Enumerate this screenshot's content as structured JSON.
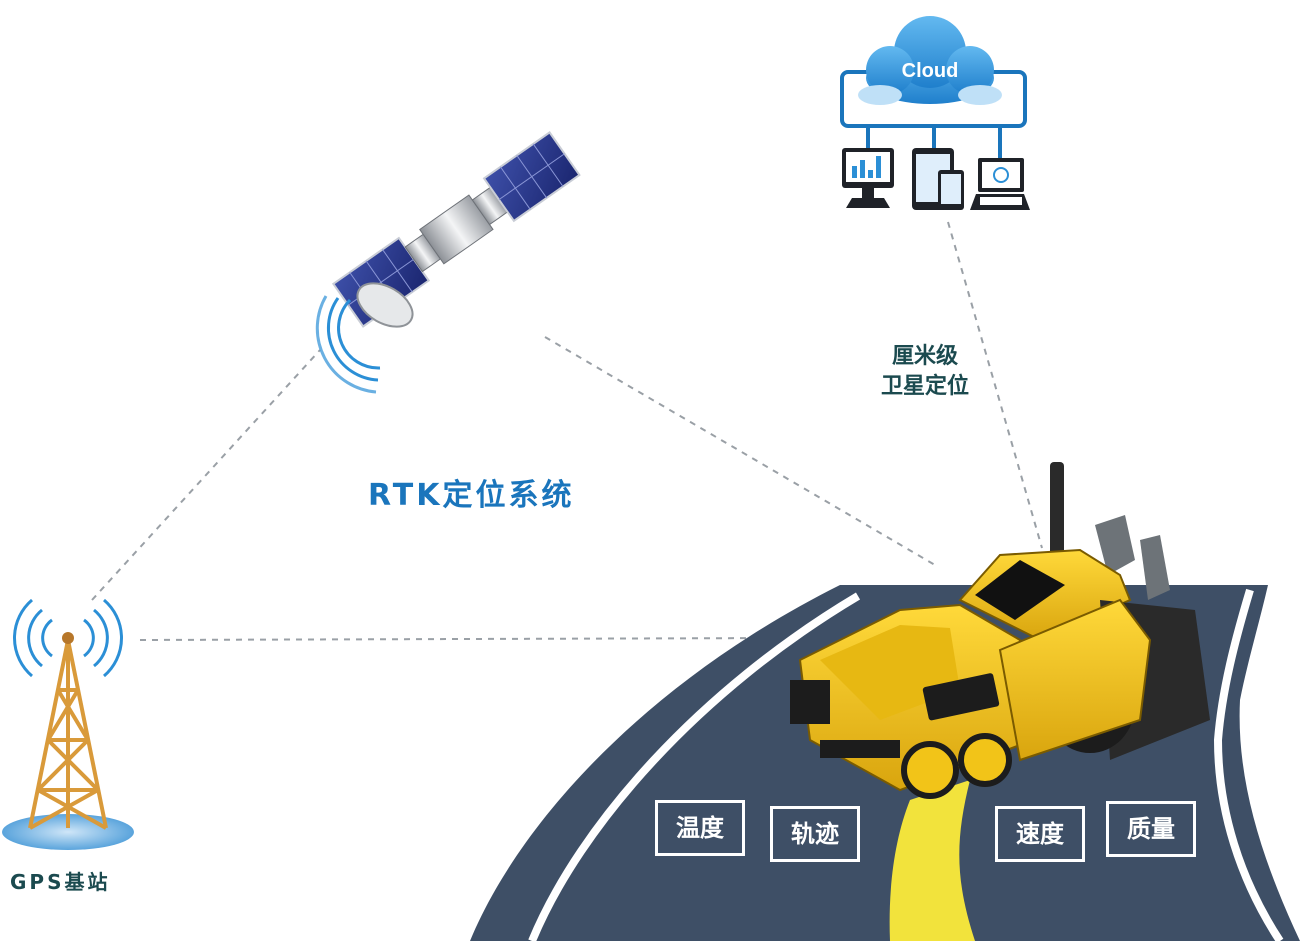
{
  "colors": {
    "accent": "#1a75bc",
    "label_dark": "#1b4a4f",
    "road": "#3e4f66",
    "road_line": "#ffffff",
    "center_line": "#f2e33c",
    "paver_yellow": "#f5c71b",
    "dashed": "#9aa0a6",
    "cloud_blue": "#2b8fd6",
    "tower_orange": "#d99a3a"
  },
  "labels": {
    "rtk_system": "RTK定位系统",
    "sat_line1": "厘米级",
    "sat_line2": "卫星定位",
    "gps_station": "GPS基站",
    "cloud": "Cloud"
  },
  "metrics": [
    "温度",
    "轨迹",
    "速度",
    "质量"
  ],
  "icons": {
    "satellite": "satellite-icon",
    "tower": "gps-tower-icon",
    "cloud": "cloud-icon",
    "devices": [
      "desktop-monitor-icon",
      "tablet-icon",
      "laptop-icon"
    ],
    "paver": "asphalt-paver-icon"
  }
}
